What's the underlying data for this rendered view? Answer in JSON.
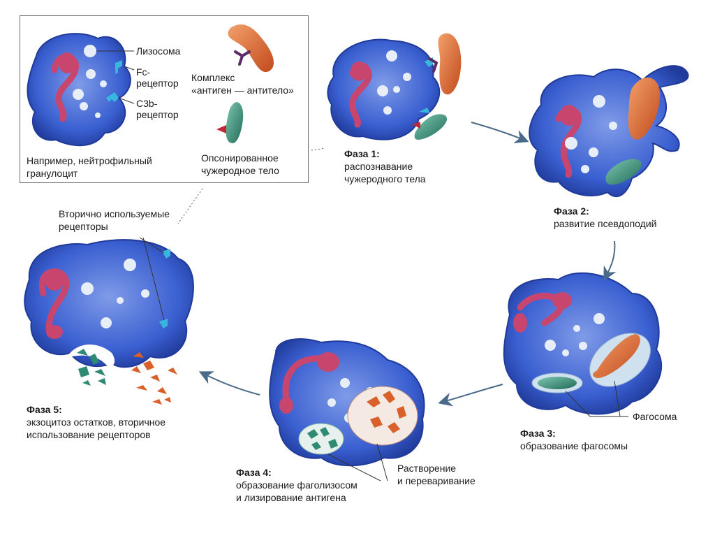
{
  "legend": {
    "lysosome": "Лизосома",
    "fc_receptor_line1": "Fc-",
    "fc_receptor_line2": "рецептор",
    "c3b_receptor_line1": "C3b-",
    "c3b_receptor_line2": "рецептор",
    "example_line1": "Например, нейтрофильный",
    "example_line2": "гранулоцит",
    "complex_line1": "Комплекс",
    "complex_line2": "«антиген — антитело»",
    "opsonized_line1": "Опсонированное",
    "opsonized_line2": "чужеродное тело"
  },
  "recycled_receptors": {
    "line1": "Вторично используемые",
    "line2": "рецепторы"
  },
  "phases": [
    {
      "title": "Фаза 1:",
      "line1": "распознавание",
      "line2": "чужеродного тела"
    },
    {
      "title": "Фаза 2:",
      "line1": "развитие псевдоподий",
      "line2": ""
    },
    {
      "title": "Фаза 3:",
      "line1": "образование фагосомы",
      "line2": ""
    },
    {
      "title": "Фаза 4:",
      "line1": "образование фаголизосом",
      "line2": "и лизирование антигена"
    },
    {
      "title": "Фаза 5:",
      "line1": "экзоцитоз остатков, вторичное",
      "line2": "использование рецепторов"
    }
  ],
  "labels": {
    "phagosome": "Фагосома",
    "dissolution_line1": "Растворение",
    "dissolution_line2": "и переваривание"
  },
  "colors": {
    "cell_body": "#3a5fd0",
    "cell_edge": "#1f3a9a",
    "nucleus": "#c8466e",
    "lysosome": "#e8eef8",
    "antigen_orange": "#d9602a",
    "antigen_teal": "#2f8a74",
    "receptor_cyan": "#37b7e0",
    "arrow": "#4a6a8a"
  }
}
